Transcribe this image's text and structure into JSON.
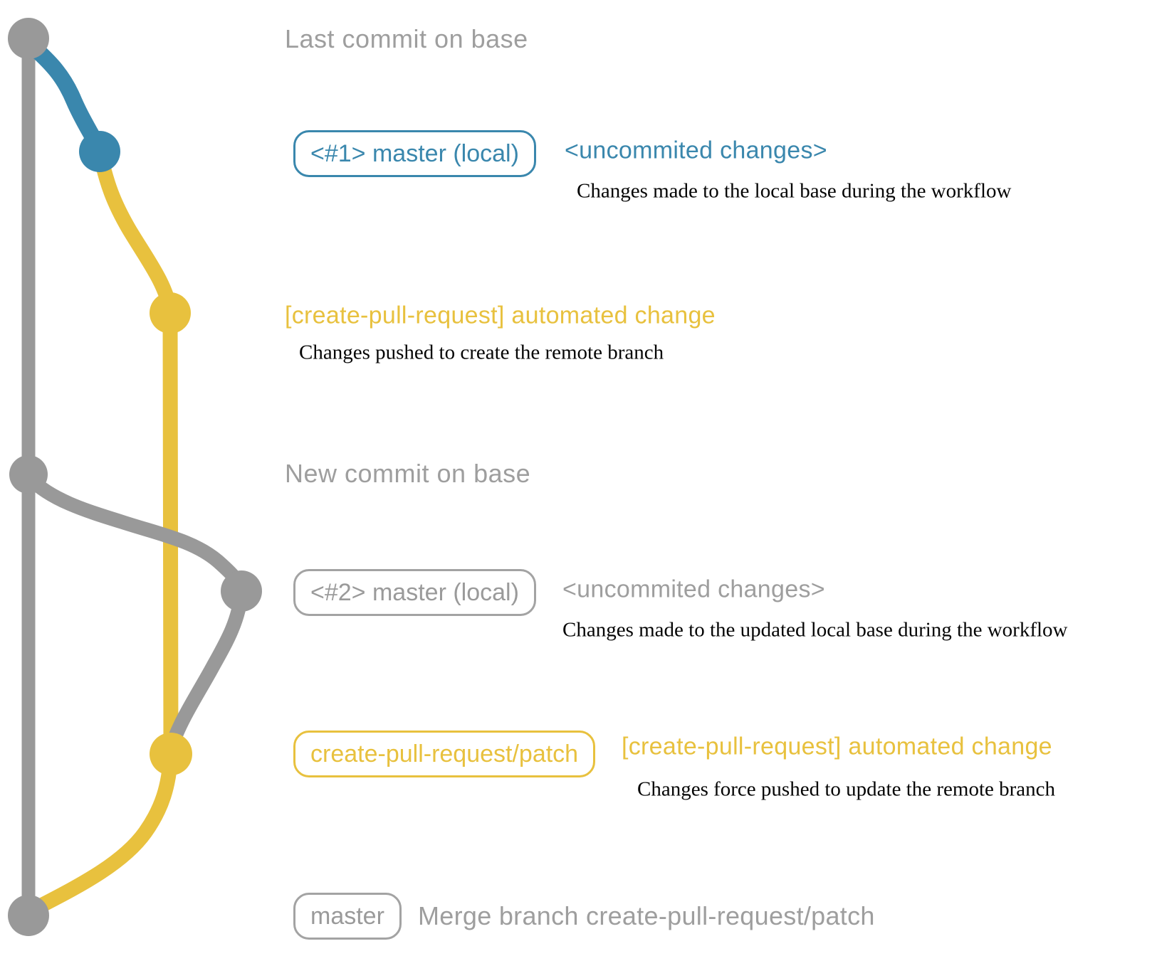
{
  "colors": {
    "graph_gray": "#999999",
    "branch_blue": "#3a87ad",
    "branch_yellow": "#e8c13e",
    "label_gray": "#9e9e9e",
    "description_black": "#050505"
  },
  "graph": {
    "commit_dots": [
      "base-last-commit",
      "local-commit-1",
      "remote-branch-commit-1",
      "base-new-commit",
      "local-commit-2",
      "remote-branch-commit-2",
      "base-merge-commit"
    ]
  },
  "annotations": {
    "last_commit_label": "Last commit on base",
    "new_commit_label": "New commit on base",
    "row1": {
      "box_label": "<#1> master (local)",
      "side_label": "<uncommited changes>",
      "description": "Changes made to the local base during the workflow"
    },
    "row2": {
      "side_label": "[create-pull-request] automated change",
      "description": "Changes pushed to create the remote branch"
    },
    "row4": {
      "box_label": "<#2> master (local)",
      "side_label": "<uncommited changes>",
      "description": "Changes made to the updated local base during the workflow"
    },
    "row5": {
      "box_label": "create-pull-request/patch",
      "side_label": "[create-pull-request] automated change",
      "description": "Changes force pushed to update the remote branch"
    },
    "row6": {
      "box_label": "master",
      "side_label": "Merge branch create-pull-request/patch"
    }
  }
}
